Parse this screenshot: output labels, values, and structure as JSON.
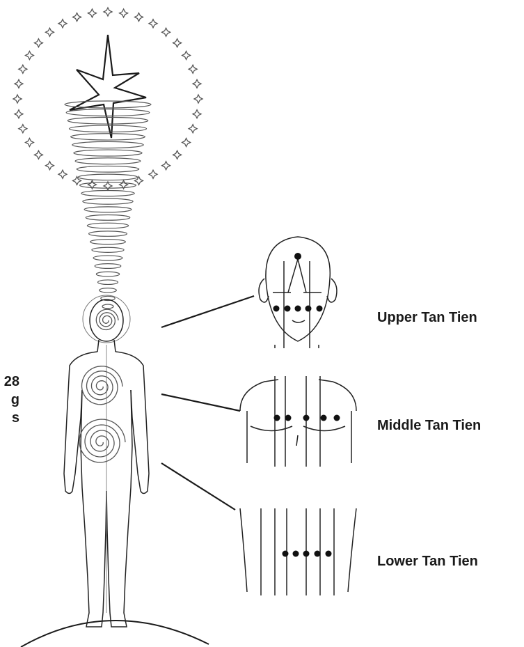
{
  "labels": {
    "upper": "Upper Tan Tien",
    "middle": "Middle Tan Tien",
    "lower": "Lower Tan Tien"
  },
  "cropped_text": [
    "28",
    "g",
    "s"
  ],
  "colors": {
    "line": "#1a1a1a",
    "spiral": "#555555",
    "background": "#ffffff"
  }
}
